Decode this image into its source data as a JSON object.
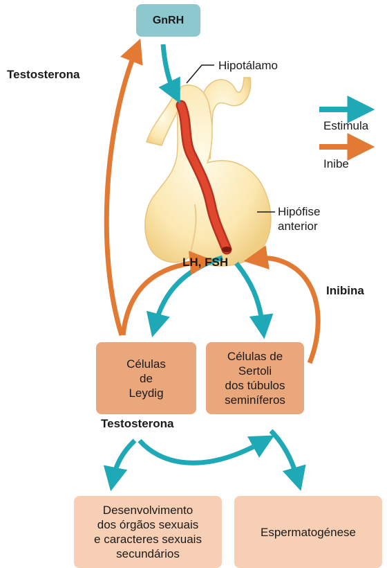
{
  "hormones": {
    "gnrh": "GnRH",
    "testosterone_top": "Testosterona",
    "lh_fsh": "LH, FSH",
    "inhibin": "Inibina",
    "testosterone_bottom": "Testosterona"
  },
  "anatomy": {
    "hypothalamus": "Hipotálamo",
    "pituitary": "Hipófise\nanterior"
  },
  "legend": {
    "stimulates": "Estimula",
    "inhibits": "Inibe"
  },
  "boxes": {
    "leydig": "Células\nde\nLeydig",
    "sertoli": "Células de\nSertoli\ndos túbulos\nseminíferos",
    "development": "Desenvolvimento\ndos órgãos sexuais\ne caracteres sexuais\nsecundários",
    "spermatogenesis": "Espermatogénese"
  },
  "colors": {
    "stimulate": "#1fa9b7",
    "inhibit": "#e27a33",
    "box_primary": "#eba77c",
    "box_secondary": "#f6cfb4",
    "gnrh_box": "#8ec8cf",
    "gland": "#fbe3a6",
    "vessel": "#e0472f"
  }
}
